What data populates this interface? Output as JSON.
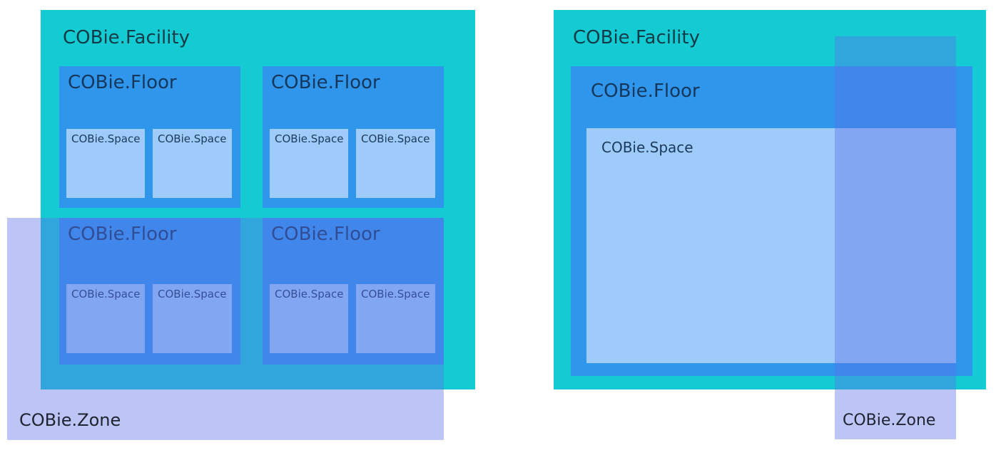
{
  "colors": {
    "facility_fill": "#14cbd3",
    "floor_fill": "#2f96ec",
    "space_fill": "#9ecbf9",
    "zone_fill_over_white": "#c2cbf5",
    "zone_overlay_rgba": "rgba(90,110,235,0.40)",
    "facility_text": "#113b46",
    "floor_text": "#16375c",
    "space_text": "#1b3a5c",
    "zone_text": "#20242f",
    "background": "#ffffff"
  },
  "left_panel": {
    "facility": {
      "label": "COBie.Facility"
    },
    "floors": [
      {
        "label": "COBie.Floor",
        "spaces": [
          {
            "label": "COBie.Space"
          },
          {
            "label": "COBie.Space"
          }
        ]
      },
      {
        "label": "COBie.Floor",
        "spaces": [
          {
            "label": "COBie.Space"
          },
          {
            "label": "COBie.Space"
          }
        ]
      },
      {
        "label": "COBie.Floor",
        "spaces": [
          {
            "label": "COBie.Space"
          },
          {
            "label": "COBie.Space"
          }
        ]
      },
      {
        "label": "COBie.Floor",
        "spaces": [
          {
            "label": "COBie.Space"
          },
          {
            "label": "COBie.Space"
          }
        ]
      }
    ],
    "zone": {
      "label": "COBie.Zone"
    }
  },
  "right_panel": {
    "facility": {
      "label": "COBie.Facility"
    },
    "floor": {
      "label": "COBie.Floor"
    },
    "space": {
      "label": "COBie.Space"
    },
    "zone": {
      "label": "COBie.Zone"
    }
  }
}
